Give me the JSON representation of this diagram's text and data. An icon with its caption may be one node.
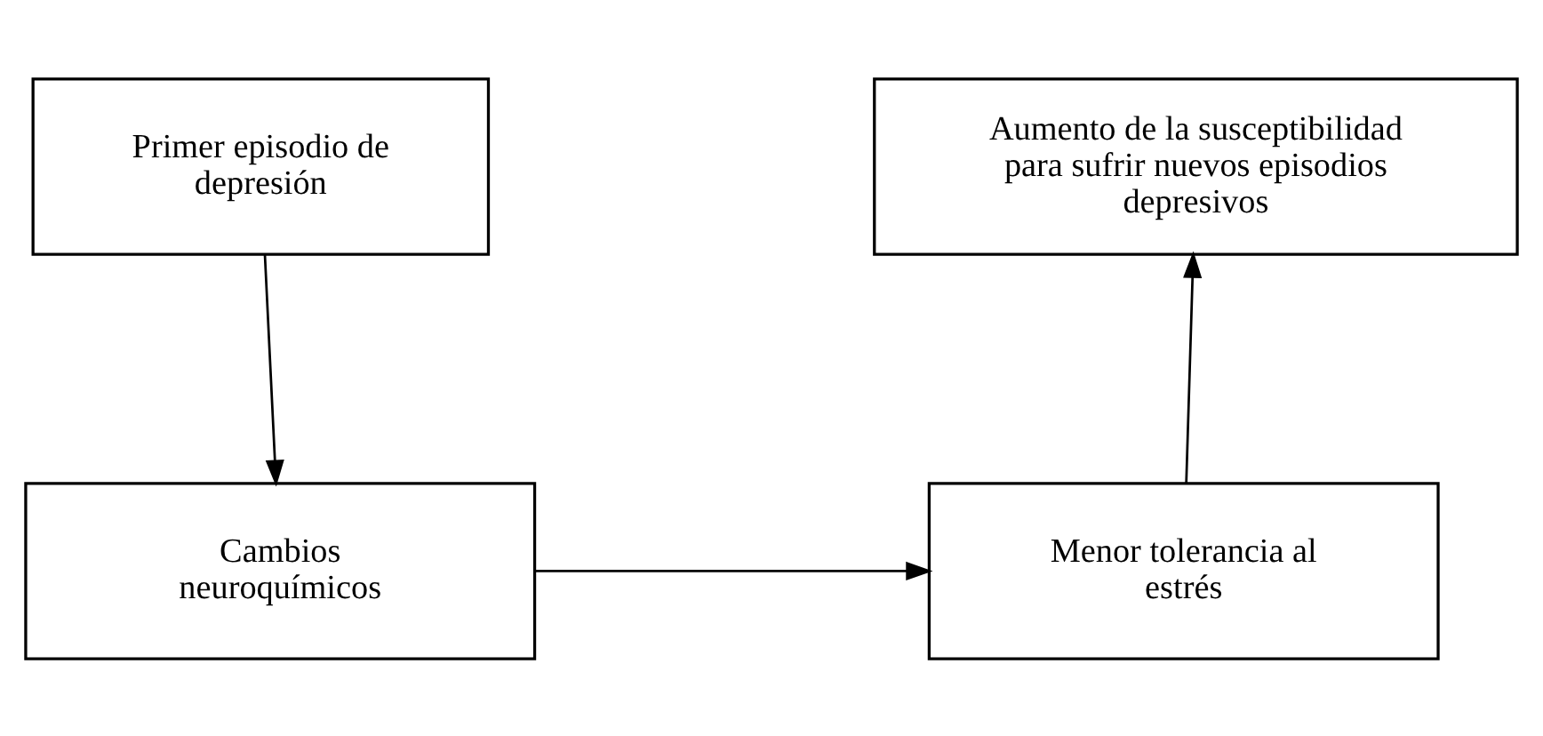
{
  "diagram": {
    "nodes": [
      {
        "text": [
          "Primer episodio de depresión"
        ]
      },
      {
        "text": [
          "Cambios neuroquímicos"
        ]
      },
      {
        "text": [
          "Menor tolerancia al estrés"
        ]
      },
      {
        "text": [
          "Aumento de la susceptibilidad para sufrir nuevos episodios depresivos"
        ]
      }
    ],
    "edges": [
      {
        "from": 0,
        "to": 1,
        "arrow": "to"
      },
      {
        "from": 1,
        "to": 2,
        "arrow": "to"
      },
      {
        "from": 2,
        "to": 3,
        "arrow": "to"
      }
    ]
  }
}
